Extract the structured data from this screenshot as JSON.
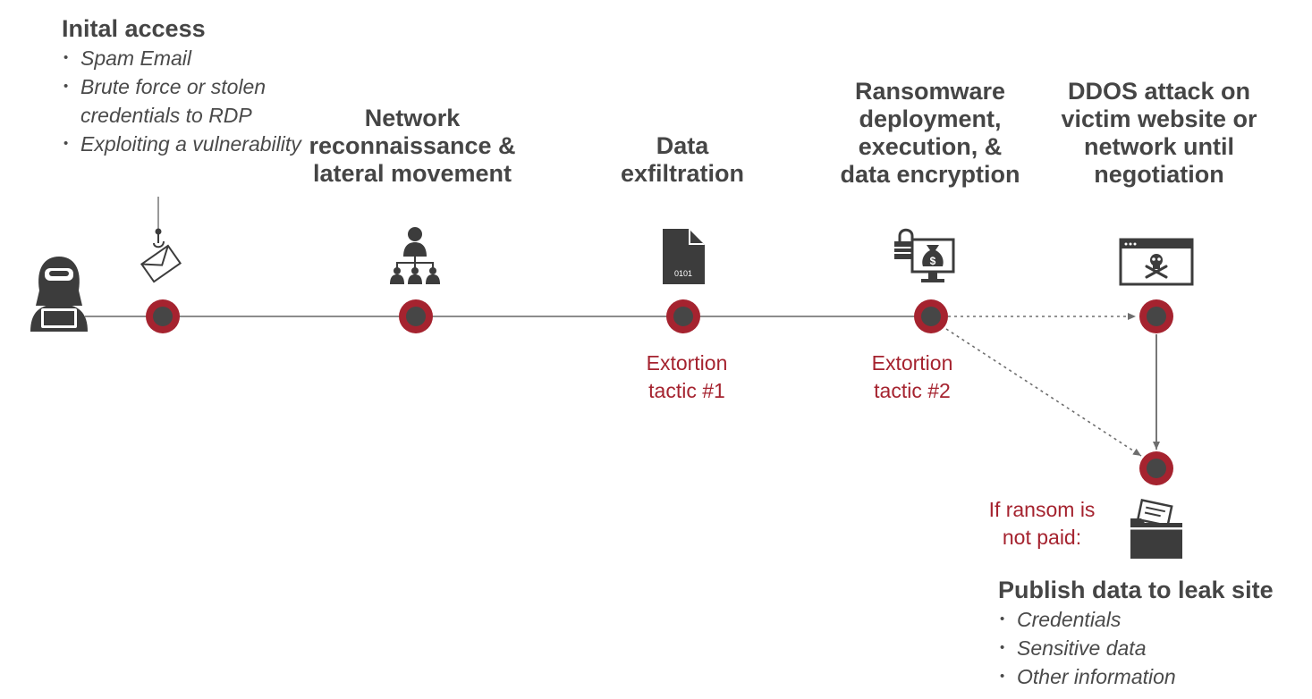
{
  "initial_access": {
    "title": "Inital access",
    "items": [
      "Spam Email",
      "Brute force or stolen credentials to RDP",
      "Exploiting a vulnerability"
    ]
  },
  "network": {
    "line1": "Network",
    "line2": "reconnaissance &",
    "line3": "lateral movement"
  },
  "exfil": {
    "line1": "Data",
    "line2": "exfiltration"
  },
  "ransomware": {
    "line1": "Ransomware",
    "line2": "deployment,",
    "line3": "execution, &",
    "line4": "data encryption"
  },
  "ddos": {
    "line1": "DDOS attack on",
    "line2": "victim website or",
    "line3": "network until",
    "line4": "negotiation"
  },
  "extortion1": {
    "line1": "Extortion",
    "line2": "tactic #1"
  },
  "extortion2": {
    "line1": "Extortion",
    "line2": "tactic #2"
  },
  "ransom_note": {
    "line1": "If ransom is",
    "line2": "not paid:"
  },
  "publish": {
    "title": "Publish data to leak site",
    "items": [
      "Credentials",
      "Sensitive data",
      "Other information"
    ]
  },
  "file_icon_text": "0101",
  "colors": {
    "node_ring": "#a5232f",
    "node_center": "#464646",
    "line": "#8c8c8c",
    "text_red": "#a5232f",
    "icon": "#3c3c3c"
  }
}
